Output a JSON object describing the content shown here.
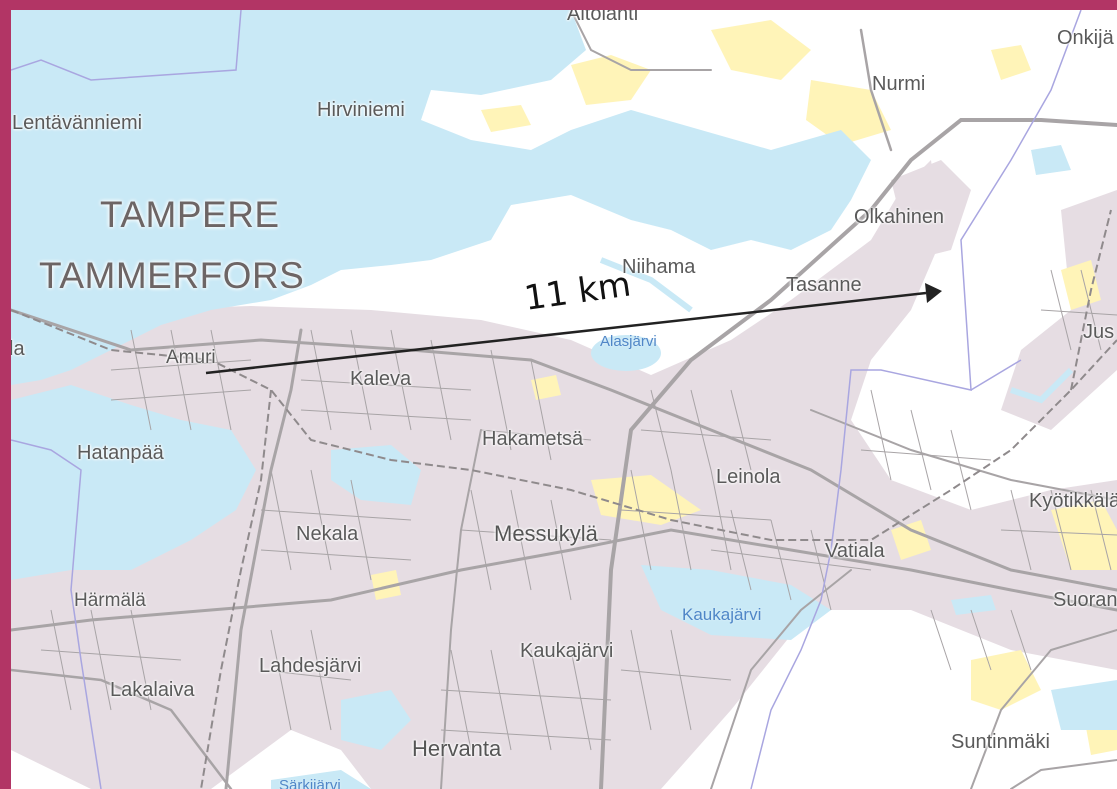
{
  "map": {
    "distance_label": "11 km",
    "colors": {
      "frame": "#b23565",
      "water": "#c9e9f6",
      "urban": "#e6dde3",
      "field": "#fff4b8",
      "road": "#a8a4a6",
      "arrow": "#222222"
    },
    "places": {
      "tampere": "TAMPERE",
      "tammerfors": "TAMMERFORS",
      "aitolahti": "Aitolahti",
      "onkija": "Onkijä",
      "nurmi": "Nurmi",
      "hirviniemi": "Hirviniemi",
      "lentavanniemi": "Lentävänniemi",
      "olkahinen": "Olkahinen",
      "niihama": "Niihama",
      "tasanne": "Tasanne",
      "jus": "Jus",
      "la": "la",
      "amuri": "Amuri",
      "kaleva": "Kaleva",
      "alasjarvi": "Alasjärvi",
      "hakametsa": "Hakametsä",
      "hatanpaa": "Hatanpää",
      "leinola": "Leinola",
      "kyotikkala": "Kyötikkälä",
      "nekala": "Nekala",
      "messukyla": "Messukylä",
      "vatiala": "Vatiala",
      "harmala": "Härmälä",
      "kaukajarvi_lake": "Kaukajärvi",
      "suoran": "Suoran",
      "kaukajarvi": "Kaukajärvi",
      "lahdesjarvi": "Lahdesjärvi",
      "lakalaiva": "Lakalaiva",
      "hervanta": "Hervanta",
      "suntinmaki": "Suntinmäki",
      "sarkijarvi": "Särkijärvi"
    }
  }
}
